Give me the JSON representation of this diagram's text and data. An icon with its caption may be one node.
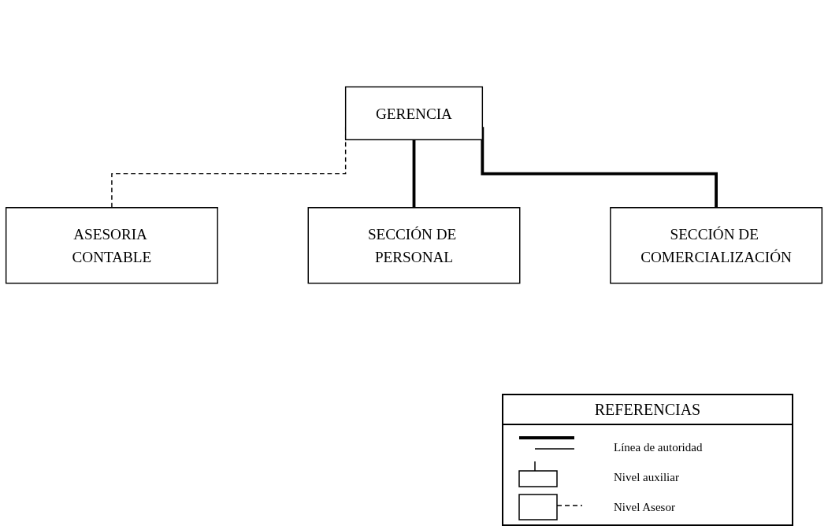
{
  "diagram": {
    "nodes": [
      {
        "text": [
          "GERENCIA"
        ]
      },
      {
        "text": [
          "ASESORIA CONTABLE"
        ]
      },
      {
        "text": [
          "SECCIÓN DE PERSONAL"
        ]
      },
      {
        "text": [
          "SECCIÓN DE COMERCIALIZACIÓN"
        ]
      }
    ],
    "edges": [
      {
        "from": 0,
        "to": 1,
        "arrow": "none",
        "style": "dashed"
      },
      {
        "from": 0,
        "to": 2,
        "arrow": "none"
      },
      {
        "from": 0,
        "to": 3,
        "arrow": "none"
      }
    ],
    "labels": [
      "REFERENCIAS"
    ],
    "legend": [
      {
        "text": "Línea de autoridad"
      },
      {
        "text": "Nivel auxiliar"
      },
      {
        "text": "Nivel Asesor"
      }
    ]
  }
}
